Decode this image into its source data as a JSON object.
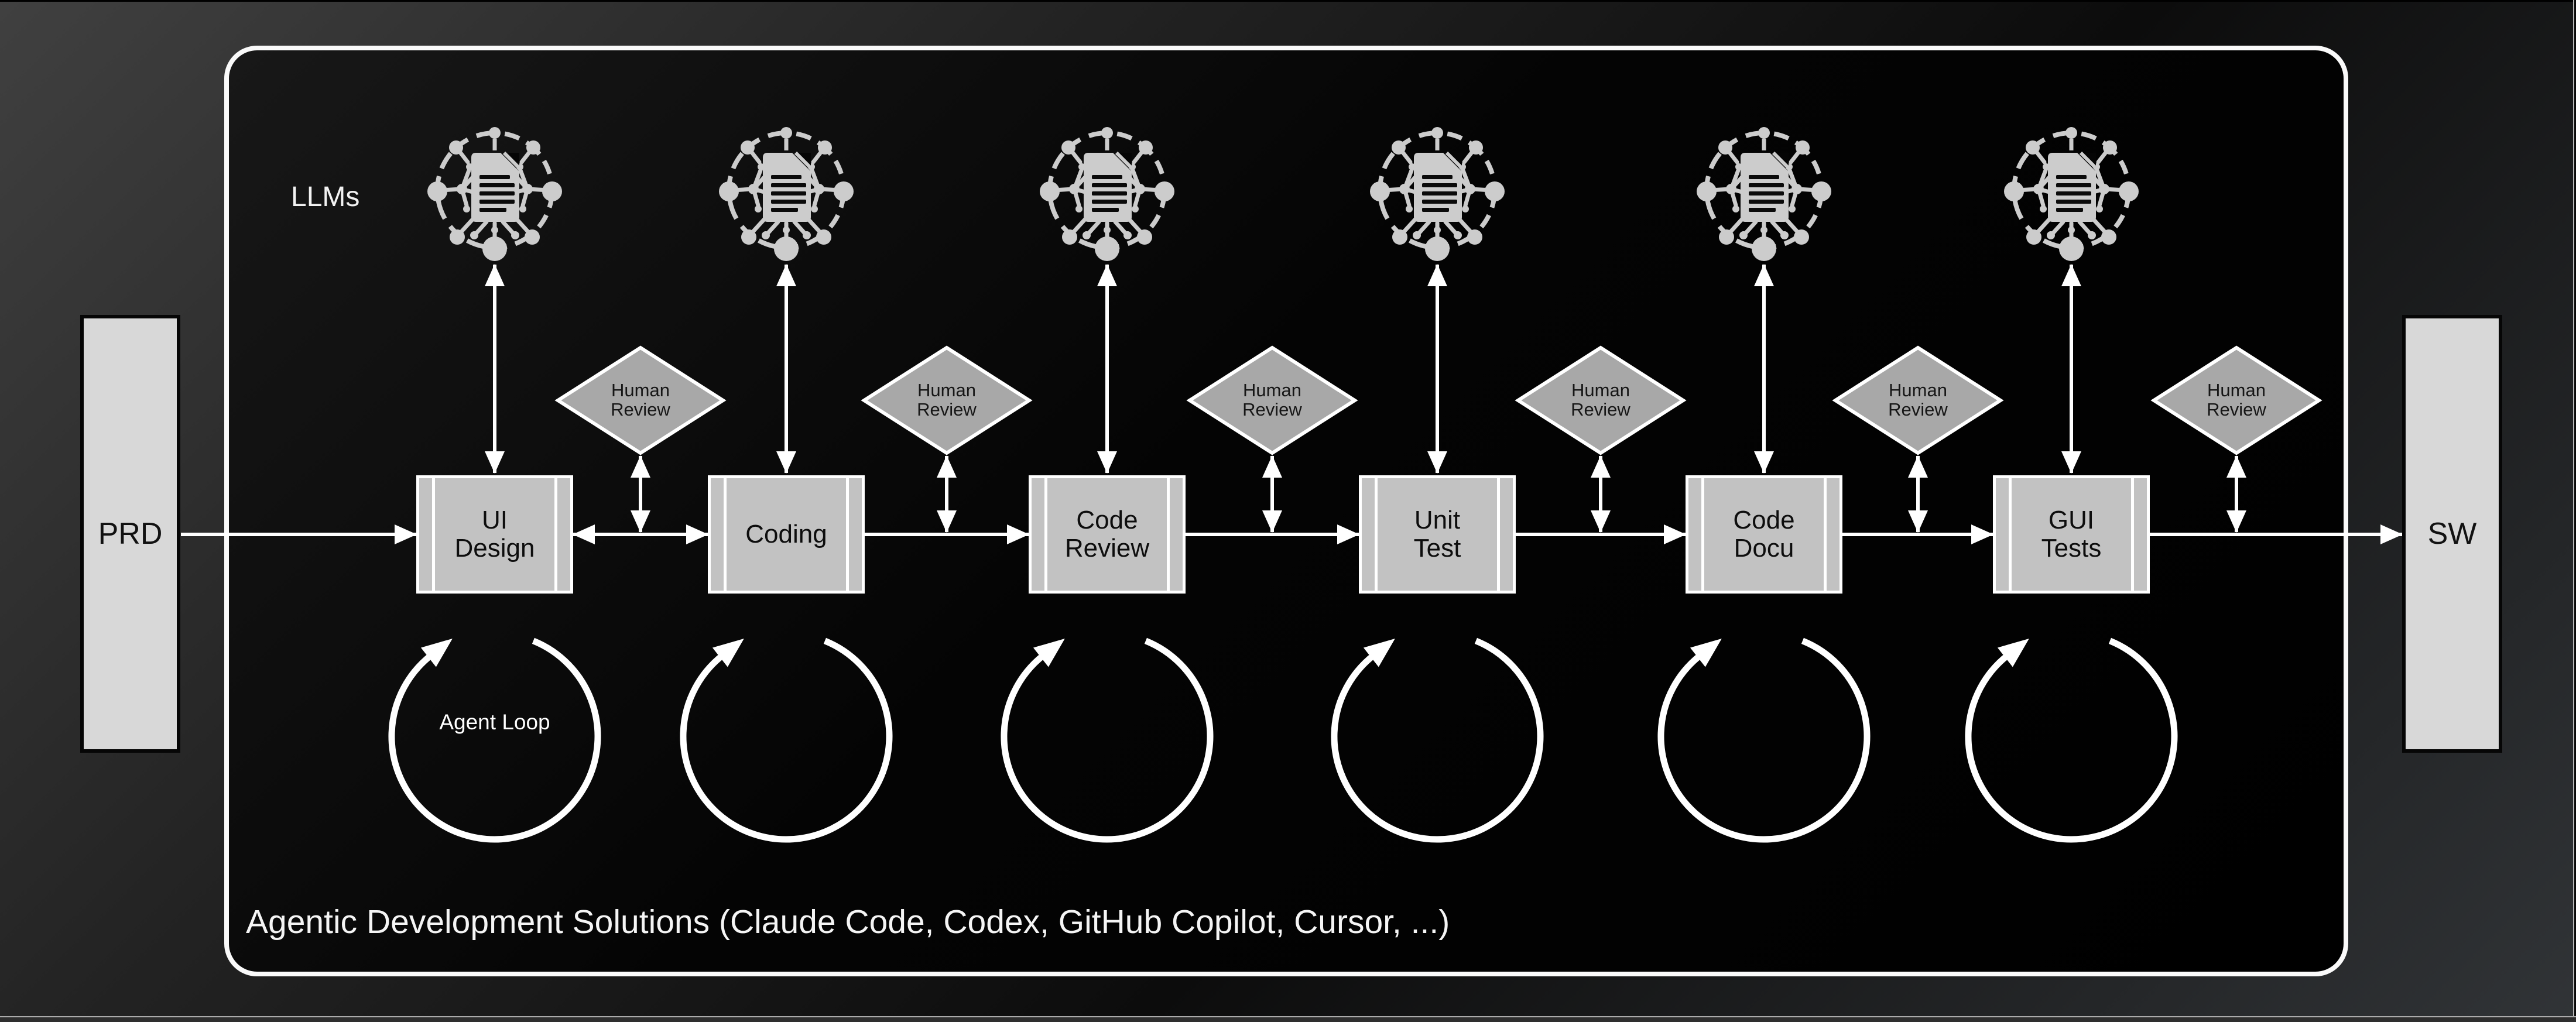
{
  "title_area": {
    "llms_label": "LLMs"
  },
  "flow": {
    "input": {
      "label": "PRD"
    },
    "output": {
      "label": "SW"
    },
    "stages": [
      {
        "label": "UI Design"
      },
      {
        "label": "Coding"
      },
      {
        "label": "Code Review"
      },
      {
        "label": "Unit Test"
      },
      {
        "label": "Code Docu"
      },
      {
        "label": "GUI Tests"
      }
    ],
    "review_label": "Human Review",
    "agent_loop_label": "Agent Loop"
  },
  "caption": "Agentic Development Solutions (Claude Code, Codex, GitHub Copilot, Cursor, ...)",
  "colors": {
    "stage_box_fill": "#c2c2c2",
    "diamond_fill": "#a8a8a8",
    "endpoint_fill": "#d8d8d8",
    "icon_gray": "#cccccc",
    "arrow_white": "#ffffff"
  }
}
